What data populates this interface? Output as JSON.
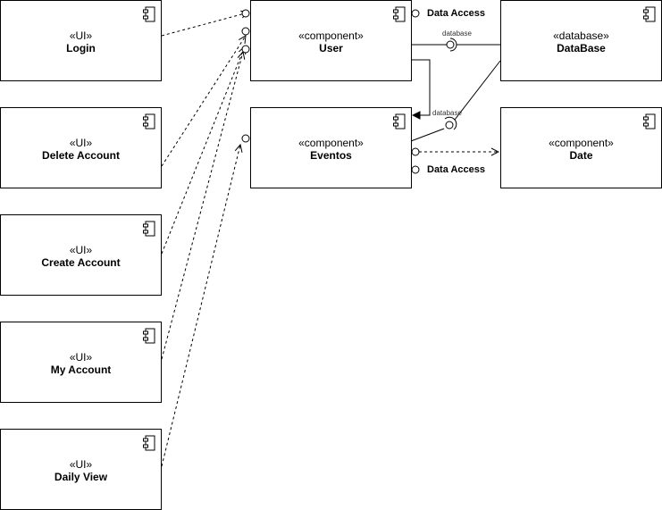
{
  "ui_boxes": [
    {
      "stereotype": "«UI»",
      "name": "Login"
    },
    {
      "stereotype": "«UI»",
      "name": "Delete Account"
    },
    {
      "stereotype": "«UI»",
      "name": "Create Account"
    },
    {
      "stereotype": "«UI»",
      "name": "My Account"
    },
    {
      "stereotype": "«UI»",
      "name": "Daily View"
    }
  ],
  "user": {
    "stereotype": "«component»",
    "name": "User"
  },
  "eventos": {
    "stereotype": "«component»",
    "name": "Eventos"
  },
  "database": {
    "stereotype": "«database»",
    "name": "DataBase"
  },
  "date": {
    "stereotype": "«component»",
    "name": "Date"
  },
  "labels": {
    "user_data_access": "Data Access",
    "eventos_data_access": "Data Access",
    "user_db_socket": "database",
    "eventos_db_socket": "database"
  }
}
